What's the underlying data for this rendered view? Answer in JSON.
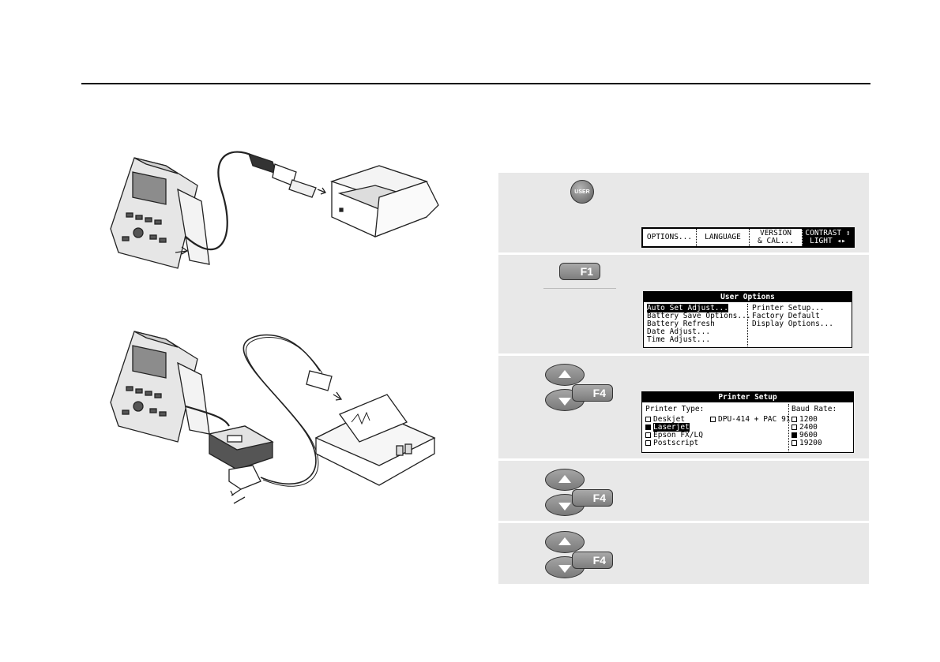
{
  "step1": {
    "key_label": "USER",
    "menu": [
      "OPTIONS...",
      "LANGUAGE",
      "VERSION\n& CAL...",
      "CONTRAST ⇕\nLIGHT ◂▸"
    ]
  },
  "step2": {
    "key_label": "F1",
    "panel": {
      "title": "User Options",
      "left": [
        "Auto Set Adjust...",
        "Battery Save Options...",
        "Battery Refresh",
        "Date Adjust...",
        "Time Adjust..."
      ],
      "right": [
        "Printer Setup...",
        "Factory Default",
        "Display Options..."
      ],
      "selected": "Auto Set Adjust..."
    }
  },
  "step3": {
    "key_label": "F4",
    "panel": {
      "title": "Printer Setup",
      "printer_type_label": "Printer Type:",
      "printers": [
        "Deskjet",
        "Laserjet",
        "Epson FX/LQ",
        "Postscript"
      ],
      "selected_printer": "Laserjet",
      "extra_option": "DPU-414 + PAC 91",
      "baud_label": "Baud Rate:",
      "baud_rates": [
        "1200",
        "2400",
        "9600",
        "19200"
      ],
      "selected_baud": "9600"
    }
  },
  "step4": {
    "key_label": "F4"
  },
  "step5": {
    "key_label": "F4"
  }
}
